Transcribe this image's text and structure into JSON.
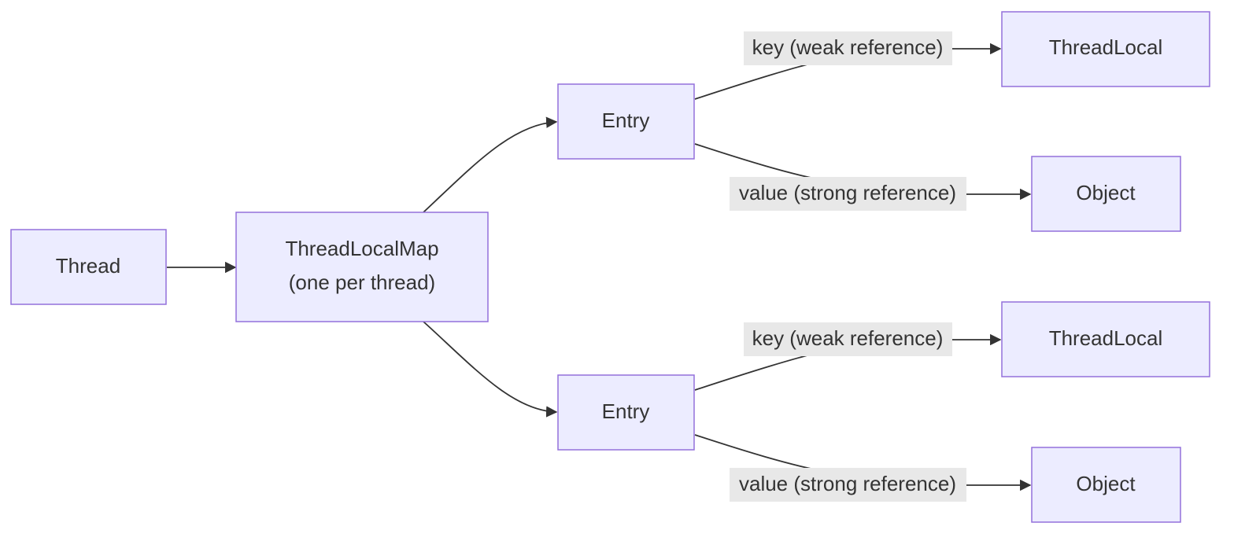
{
  "diagram": {
    "nodes": {
      "thread": "Thread",
      "map_line1": "ThreadLocalMap",
      "map_line2": "(one per thread)",
      "entry1": "Entry",
      "entry2": "Entry",
      "threadlocal1": "ThreadLocal",
      "threadlocal2": "ThreadLocal",
      "object1": "Object",
      "object2": "Object"
    },
    "edge_labels": {
      "key1": "key (weak reference)",
      "value1": "value (strong reference)",
      "key2": "key (weak reference)",
      "value2": "value (strong reference)"
    },
    "colors": {
      "node_fill": "#ececff",
      "node_stroke": "#9370db",
      "edge": "#333333",
      "label_bg": "#e8e8e8"
    }
  }
}
